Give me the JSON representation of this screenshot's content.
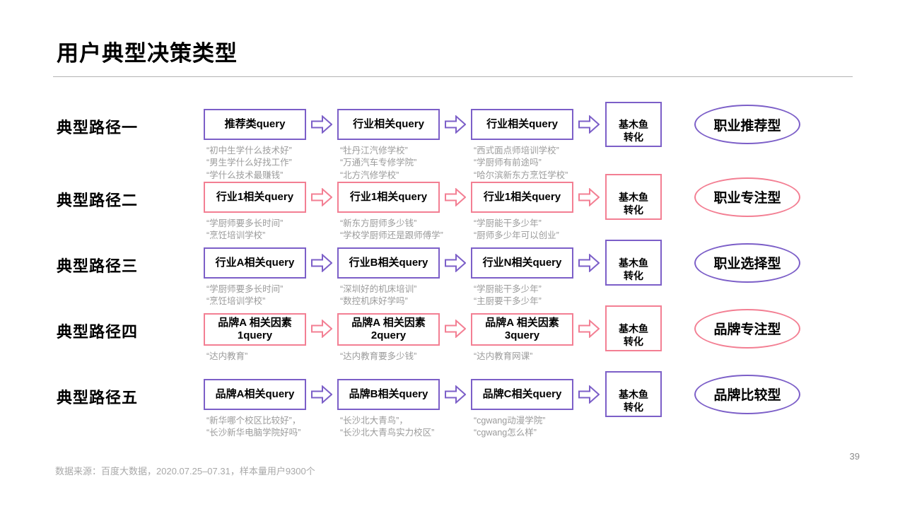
{
  "title": "用户典型决策类型",
  "page_number": "39",
  "footer": "数据来源：百度大数据，2020.07.25–07.31，样本量用户9300个",
  "colors": {
    "purple": "#7c5fc8",
    "pink": "#f37f93",
    "quote_gray": "#9b9b9b"
  },
  "conversion_box_label": "基木鱼\n转化",
  "rows": [
    {
      "label": "典型路径一",
      "theme": "purple",
      "boxes": [
        {
          "title": "推荐类query",
          "quotes": [
            "“初中生学什么技术好”",
            "“男生学什么好找工作”",
            "“学什么技术最赚钱”"
          ]
        },
        {
          "title": "行业相关query",
          "quotes": [
            "“牡丹江汽修学校”",
            "“万通汽车专修学院”",
            "“北方汽修学校”"
          ]
        },
        {
          "title": "行业相关query",
          "quotes": [
            "“西式面点师培训学校”",
            "“学厨师有前途吗”",
            "“哈尔滨新东方烹饪学校”"
          ]
        }
      ],
      "result": "职业推荐型"
    },
    {
      "label": "典型路径二",
      "theme": "pink",
      "boxes": [
        {
          "title": "行业1相关query",
          "quotes": [
            "“学厨师要多长时间”",
            "“烹饪培训学校”"
          ]
        },
        {
          "title": "行业1相关query",
          "quotes": [
            "“新东方厨师多少钱”",
            "“学校学厨师还是跟师傅学”"
          ]
        },
        {
          "title": "行业1相关query",
          "quotes": [
            "“学厨能干多少年”",
            "“厨师多少年可以创业”"
          ]
        }
      ],
      "result": "职业专注型"
    },
    {
      "label": "典型路径三",
      "theme": "purple",
      "boxes": [
        {
          "title": "行业A相关query",
          "quotes": [
            "“学厨师要多长时间”",
            "“烹饪培训学校”"
          ]
        },
        {
          "title": "行业B相关query",
          "quotes": [
            "“深圳好的机床培训”",
            "“数控机床好学吗”"
          ]
        },
        {
          "title": "行业N相关query",
          "quotes": [
            "“学厨能干多少年”",
            "“主厨要干多少年”"
          ]
        }
      ],
      "result": "职业选择型"
    },
    {
      "label": "典型路径四",
      "theme": "pink",
      "boxes": [
        {
          "title": "品牌A 相关因素\n1query",
          "quotes": [
            "“达内教育”"
          ]
        },
        {
          "title": "品牌A 相关因素\n2query",
          "quotes": [
            "“达内教育要多少钱”"
          ]
        },
        {
          "title": "品牌A 相关因素\n3query",
          "quotes": [
            "“达内教育网课”"
          ]
        }
      ],
      "result": "品牌专注型"
    },
    {
      "label": "典型路径五",
      "theme": "purple",
      "boxes": [
        {
          "title": "品牌A相关query",
          "quotes": [
            "“新华哪个校区比较好”，",
            "“长沙新华电脑学院好吗”"
          ]
        },
        {
          "title": "品牌B相关query",
          "quotes": [
            "“长沙北大青鸟”，",
            "“长沙北大青鸟实力校区”"
          ]
        },
        {
          "title": "品牌C相关query",
          "quotes": [
            "“cgwang动漫学院”",
            "“cgwang怎么样”"
          ]
        }
      ],
      "result": "品牌比较型"
    }
  ]
}
